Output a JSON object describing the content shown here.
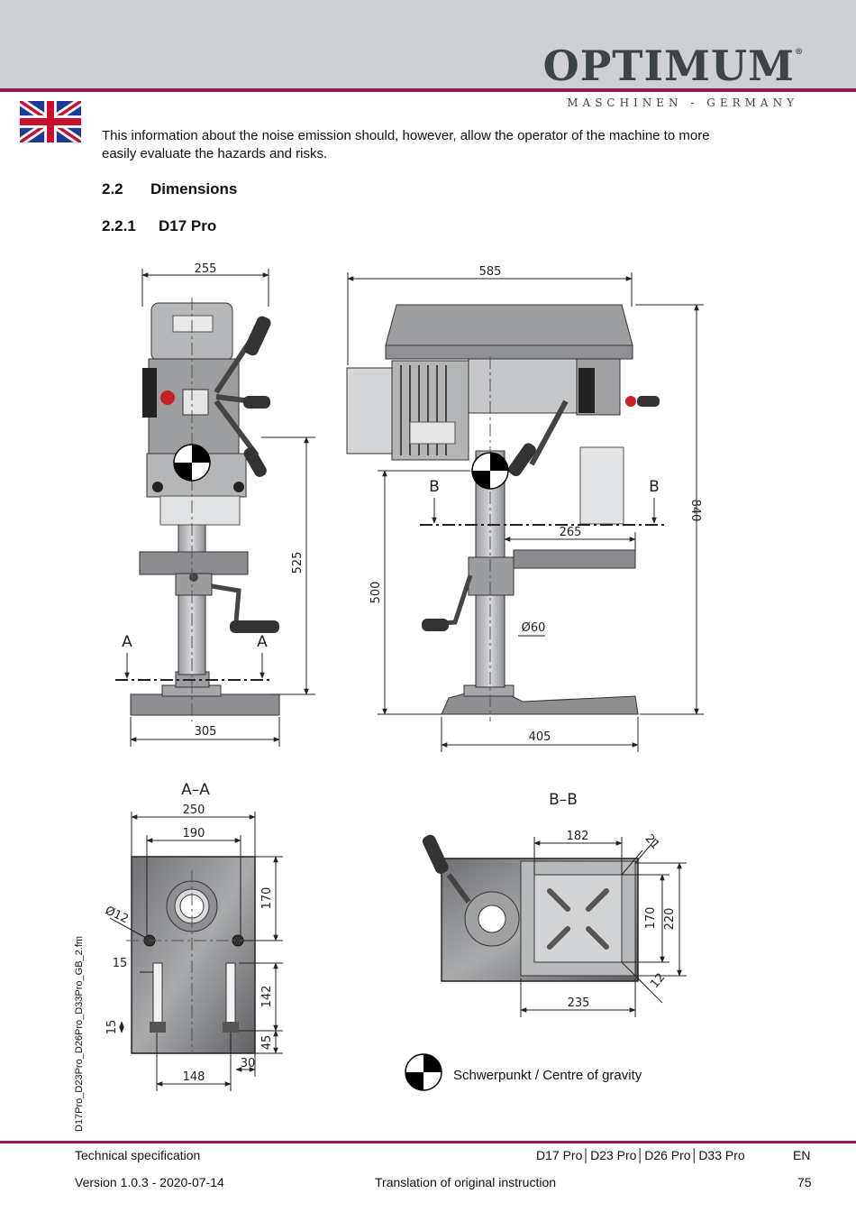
{
  "header": {
    "brand": "OPTIMUM",
    "registered": "®",
    "tagline": "MASCHINEN - GERMANY"
  },
  "intro_text": "This information about the noise emission should, however, allow the operator of the machine to more easily evaluate the hazards and risks.",
  "section": {
    "number": "2.2",
    "title": "Dimensions"
  },
  "subsection": {
    "number": "2.2.1",
    "title": "D17 Pro"
  },
  "dims": {
    "w255": "255",
    "w585": "585",
    "h840": "840",
    "h525": "525",
    "h500": "500",
    "w265": "265",
    "d60": "Ø60",
    "w305": "305",
    "w405": "405",
    "aa_250": "250",
    "aa_190": "190",
    "aa_170": "170",
    "aa_d12": "Ø12",
    "aa_15a": "15",
    "aa_15b": "15",
    "aa_142": "142",
    "aa_45": "45",
    "aa_30": "30",
    "aa_148": "148",
    "bb_182": "182",
    "bb_21": "21",
    "bb_170": "170",
    "bb_220": "220",
    "bb_12": "12",
    "bb_235": "235"
  },
  "section_labels": {
    "a": "A",
    "b": "B",
    "aa": "A–A",
    "bb": "B–B"
  },
  "legend_text": "Schwerpunkt / Centre of gravity",
  "side_file": "D17Pro_D23Pro_D26Pro_D33Pro_GB_2.fm",
  "footer": {
    "left_top": "Technical specification",
    "models": "D17 Pro│D23 Pro│D26 Pro│D33 Pro",
    "lang": "EN",
    "version": "Version 1.0.3 - 2020-07-14",
    "translation": "Translation of original instruction",
    "page": "75"
  }
}
